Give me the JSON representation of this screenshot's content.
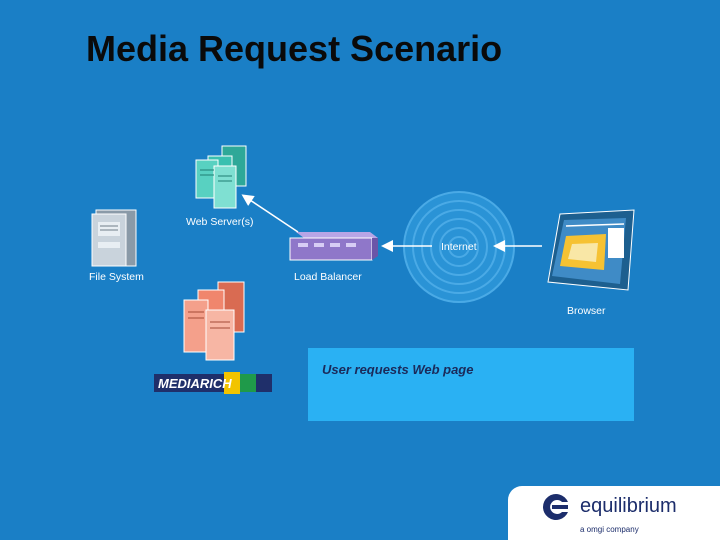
{
  "title": "Media Request Scenario",
  "nodes": {
    "web_server": "Web Server(s)",
    "file_system": "File System",
    "load_balancer": "Load Balancer",
    "internet": "Internet",
    "browser": "Browser"
  },
  "caption": "User requests Web page",
  "mediarich_logo": "MEDIARICH",
  "brand": {
    "name": "equilibrium",
    "tagline": "a omgi company"
  },
  "colors": {
    "background": "#1a7fc6",
    "caption_box": "#2ab1f3",
    "web_server": "#39c0b0",
    "mediarich_server": "#f0866d",
    "load_balancer": "#8f77c9"
  }
}
